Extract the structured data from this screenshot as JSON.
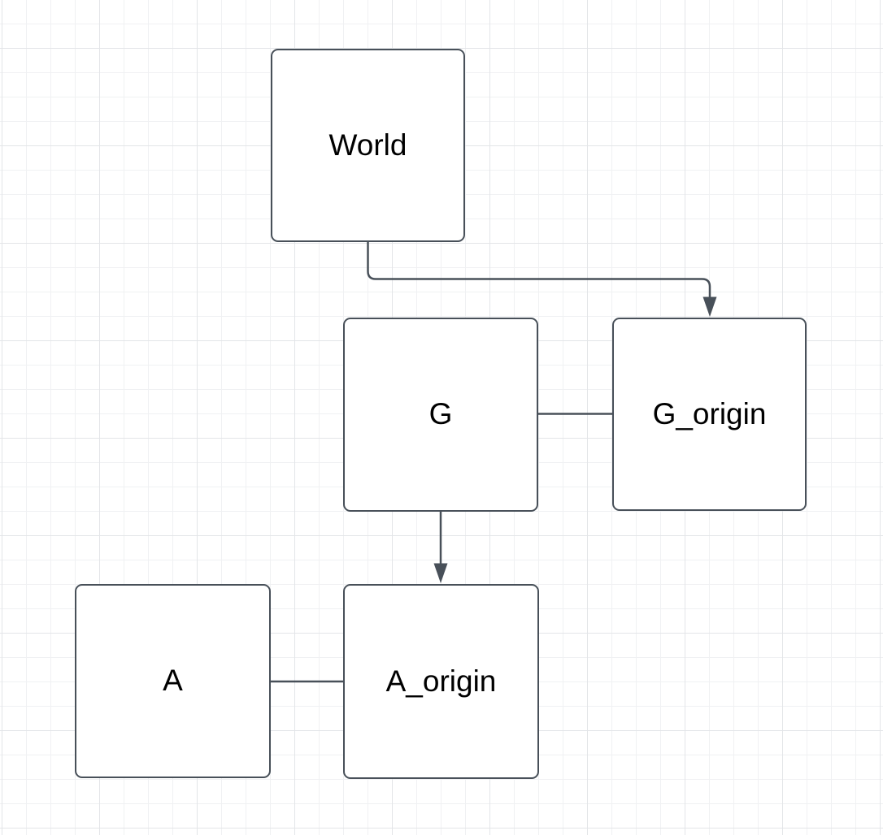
{
  "diagram": {
    "nodes": [
      {
        "id": "world",
        "label": "World"
      },
      {
        "id": "g",
        "label": "G"
      },
      {
        "id": "g-origin",
        "label": "G_origin"
      },
      {
        "id": "a",
        "label": "A"
      },
      {
        "id": "a-origin",
        "label": "A_origin"
      }
    ],
    "edges": [
      {
        "from": "World",
        "to": "G_origin",
        "style": "arrow"
      },
      {
        "from": "G",
        "to": "G_origin",
        "style": "plain"
      },
      {
        "from": "G",
        "to": "A_origin",
        "style": "arrow"
      },
      {
        "from": "A",
        "to": "A_origin",
        "style": "plain"
      }
    ],
    "colors": {
      "background": "#ffffff",
      "node_fill": "#ffffff",
      "stroke": "#485059",
      "text": "#000000",
      "grid_minor": "#f0f1f3",
      "grid_major": "#e3e5e8"
    }
  }
}
